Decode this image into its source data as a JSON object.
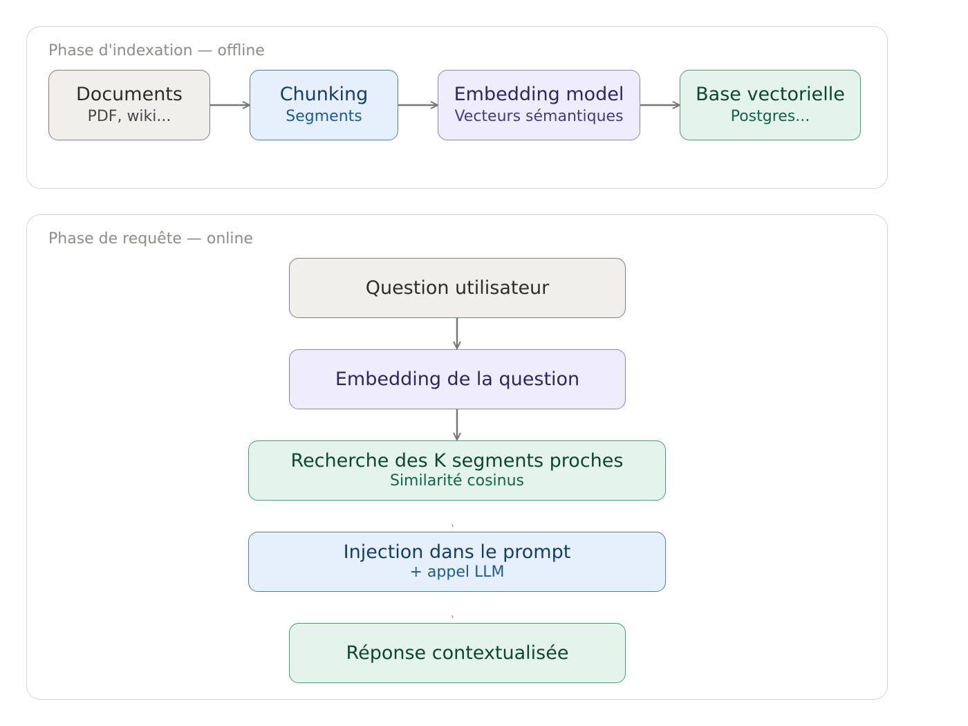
{
  "indexing": {
    "title": "Phase d'indexation — offline",
    "nodes": [
      {
        "title": "Documents",
        "subtitle": "PDF, wiki..."
      },
      {
        "title": "Chunking",
        "subtitle": "Segments"
      },
      {
        "title": "Embedding model",
        "subtitle": "Vecteurs sémantiques"
      },
      {
        "title": "Base vectorielle",
        "subtitle": "Postgres..."
      }
    ]
  },
  "query": {
    "title": "Phase de requête — online",
    "nodes": [
      {
        "title": "Question utilisateur"
      },
      {
        "title": "Embedding de la question"
      },
      {
        "title": "Recherche des K segments proches",
        "subtitle": "Similarité cosinus"
      },
      {
        "title": "Injection dans le prompt",
        "subtitle": "+ appel LLM"
      },
      {
        "title": "Réponse contextualisée"
      }
    ]
  },
  "colors": {
    "gray": "#f0efeb",
    "blue": "#e6f0fb",
    "purple": "#efedfc",
    "green": "#e3f4ec",
    "arrow": "#767676"
  }
}
